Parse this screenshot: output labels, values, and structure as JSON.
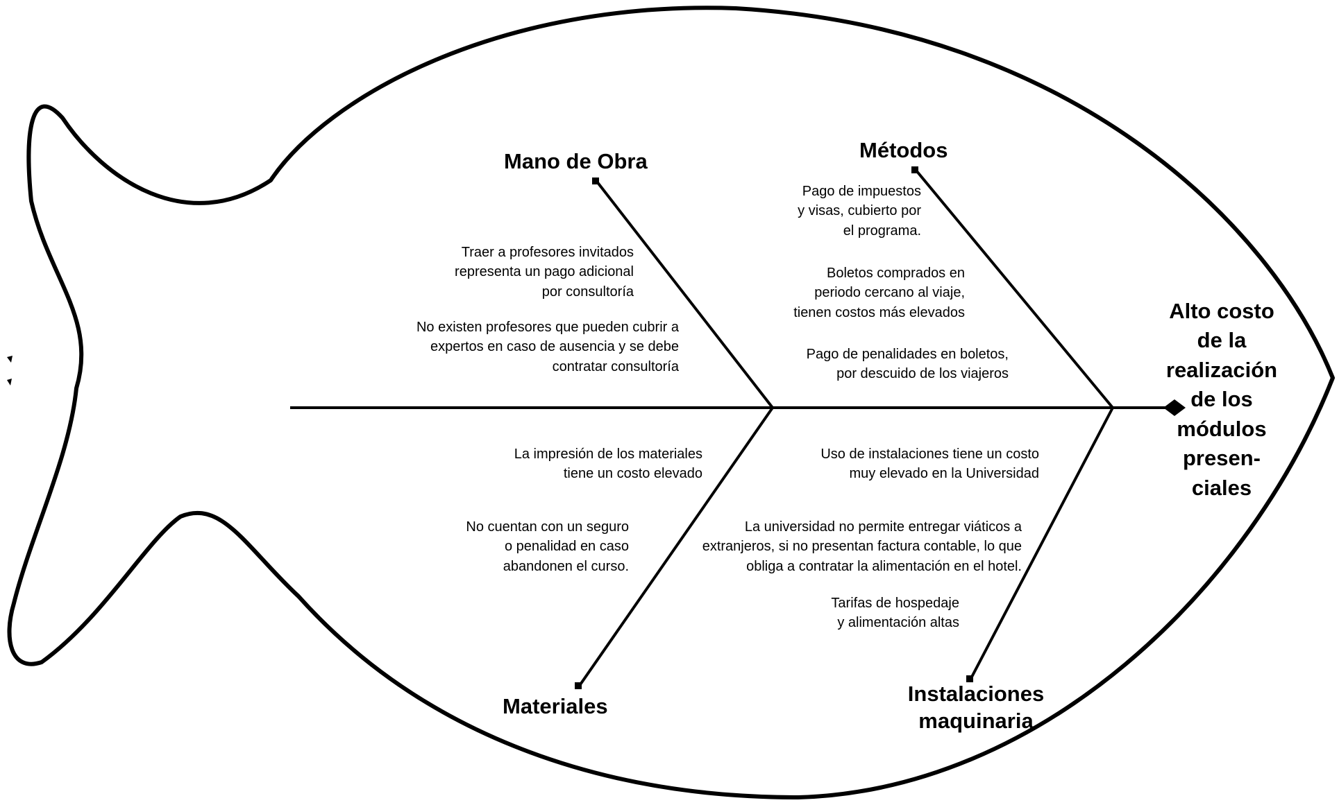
{
  "effect": "Alto costo\nde la\nrealización\nde los\nmódulos\npresen-\nciales",
  "categories": {
    "mano_de_obra": "Mano de Obra",
    "metodos": "Métodos",
    "materiales": "Materiales",
    "instalaciones": "Instalaciones\nmaquinaria"
  },
  "causes": {
    "mano_de_obra": [
      "Traer a profesores invitados\nrepresenta un pago adicional\npor consultoría",
      "No existen profesores que pueden cubrir a\nexpertos en caso de ausencia y se debe\ncontratar consultoría"
    ],
    "metodos": [
      "Pago de impuestos\ny visas, cubierto por\nel programa.",
      "Boletos comprados en\nperiodo cercano al viaje,\ntienen costos más elevados",
      "Pago de penalidades en boletos,\npor descuido de los viajeros"
    ],
    "materiales": [
      "La impresión de los materiales\ntiene un costo elevado",
      "No cuentan con un seguro\no penalidad en caso\nabandonen el curso."
    ],
    "instalaciones": [
      "Uso de instalaciones tiene un costo\nmuy elevado en la Universidad",
      "La universidad no permite entregar viáticos a\nextranjeros, si no presentan factura contable, lo que\nobliga a contratar la alimentación en el hotel.",
      "Tarifas de hospedaje\ny alimentación altas"
    ]
  }
}
